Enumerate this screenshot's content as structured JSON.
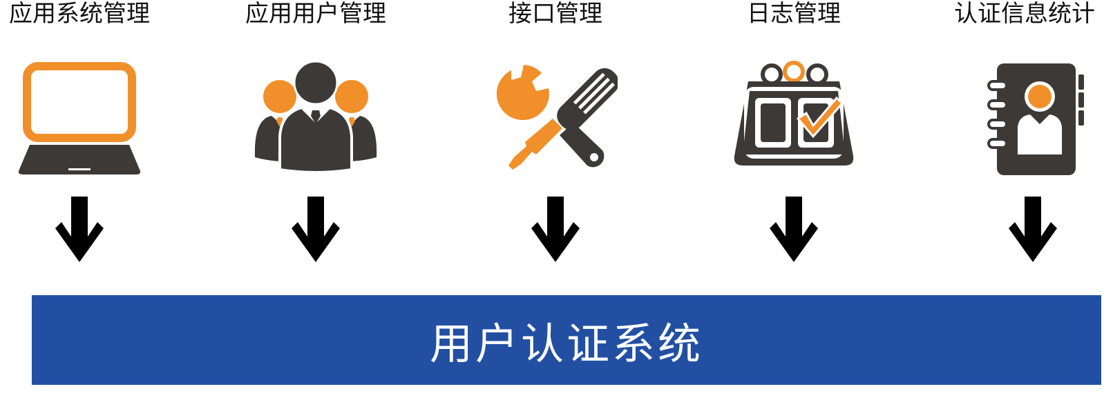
{
  "modules": [
    {
      "label": "应用系统管理",
      "icon": "laptop-icon"
    },
    {
      "label": "应用用户管理",
      "icon": "users-group-icon"
    },
    {
      "label": "接口管理",
      "icon": "tools-icon"
    },
    {
      "label": "日志管理",
      "icon": "calendar-check-icon"
    },
    {
      "label": "认证信息统计",
      "icon": "address-book-icon"
    }
  ],
  "system": {
    "label": "用户认证系统"
  },
  "colors": {
    "accent": "#F18F2A",
    "dark": "#3C3937",
    "bar": "#224FA2",
    "arrow": "#000000"
  }
}
